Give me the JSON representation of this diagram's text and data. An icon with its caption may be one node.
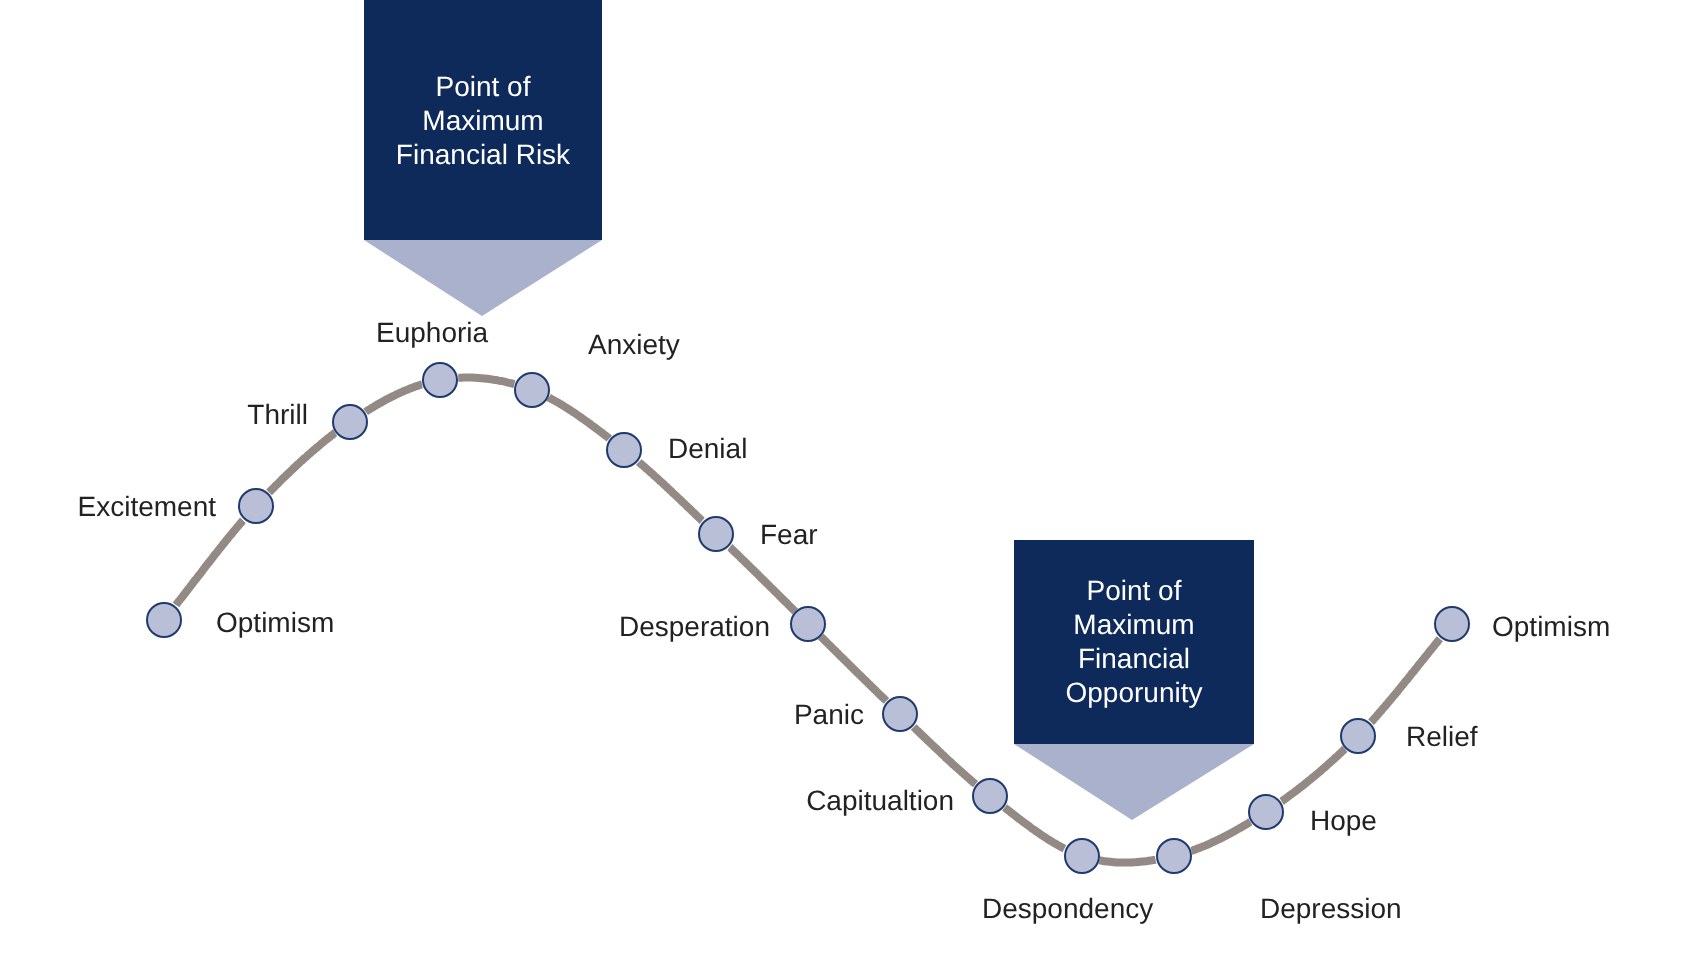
{
  "diagram": {
    "nodes": [
      {
        "text": [
          "Point of Maximum Financial Risk"
        ]
      },
      {
        "text": [
          "Point of Maximum Financial Opporunity"
        ]
      },
      {
        "text": [],
        "shape": "circle",
        "beside": [
          "Optimism"
        ]
      },
      {
        "text": [],
        "shape": "circle",
        "beside": [
          "Excitement"
        ]
      },
      {
        "text": [],
        "shape": "circle",
        "beside": [
          "Thrill"
        ]
      },
      {
        "text": [],
        "shape": "circle",
        "beside": [
          "Euphoria"
        ]
      },
      {
        "text": [],
        "shape": "circle",
        "beside": [
          "Anxiety"
        ]
      },
      {
        "text": [],
        "shape": "circle",
        "beside": [
          "Denial"
        ]
      },
      {
        "text": [],
        "shape": "circle",
        "beside": [
          "Fear"
        ]
      },
      {
        "text": [],
        "shape": "circle",
        "beside": [
          "Desperation"
        ]
      },
      {
        "text": [],
        "shape": "circle",
        "beside": [
          "Panic"
        ]
      },
      {
        "text": [],
        "shape": "circle",
        "beside": [
          "Capitualtion"
        ]
      },
      {
        "text": [],
        "shape": "circle",
        "beside": [
          "Despondency"
        ]
      },
      {
        "text": [],
        "shape": "circle",
        "beside": [
          "Depression"
        ]
      },
      {
        "text": [],
        "shape": "circle",
        "beside": [
          "Hope"
        ]
      },
      {
        "text": [],
        "shape": "circle",
        "beside": [
          "Relief"
        ]
      },
      {
        "text": [],
        "shape": "circle",
        "beside": [
          "Optimism"
        ]
      }
    ],
    "edges": [
      {
        "from": 2,
        "to": 3,
        "arrow": "none"
      },
      {
        "from": 3,
        "to": 4,
        "arrow": "none"
      },
      {
        "from": 4,
        "to": 5,
        "arrow": "none"
      },
      {
        "from": 5,
        "to": 6,
        "arrow": "none"
      },
      {
        "from": 6,
        "to": 7,
        "arrow": "none"
      },
      {
        "from": 7,
        "to": 8,
        "arrow": "none"
      },
      {
        "from": 8,
        "to": 9,
        "arrow": "none"
      },
      {
        "from": 9,
        "to": 10,
        "arrow": "none"
      },
      {
        "from": 10,
        "to": 11,
        "arrow": "none"
      },
      {
        "from": 11,
        "to": 12,
        "arrow": "none"
      },
      {
        "from": 12,
        "to": 13,
        "arrow": "none"
      },
      {
        "from": 13,
        "to": 14,
        "arrow": "none"
      },
      {
        "from": 14,
        "to": 15,
        "arrow": "none"
      },
      {
        "from": 15,
        "to": 16,
        "arrow": "none"
      },
      {
        "from": 0,
        "to": null,
        "arrow": "to"
      },
      {
        "from": 1,
        "to": null,
        "arrow": "to"
      }
    ]
  }
}
